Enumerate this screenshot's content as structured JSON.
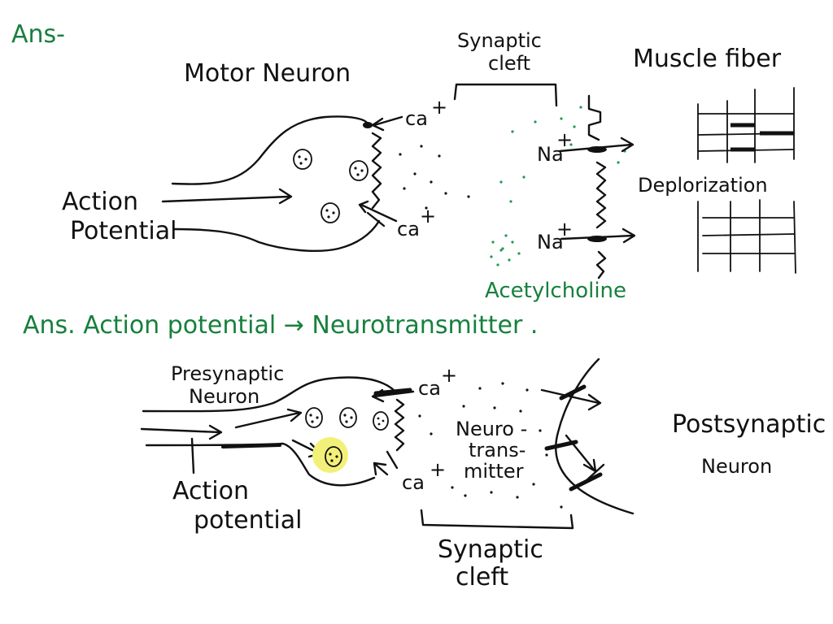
{
  "colors": {
    "ink": "#111111",
    "answer_green": "#17803d",
    "dot_green": "#1f9a4d",
    "highlight_yellow": "#f3f07a",
    "background": "#ffffff"
  },
  "top": {
    "ans_label": "Ans-",
    "motor_neuron": "Motor Neuron",
    "synaptic_cleft_line1": "Synaptic",
    "synaptic_cleft_line2": "cleft",
    "muscle_fiber": "Muscle fiber",
    "ca_upper": "ca",
    "ca_lower": "ca",
    "plus": "+",
    "action_line1": "Action",
    "action_line2": "Potential",
    "na_upper": "Na",
    "na_lower": "Na",
    "depolarization": "Deplorization",
    "acetylcholine": "Acetylcholine"
  },
  "bottom": {
    "answer_line": "Ans. Action potential → Neurotransmitter .",
    "presynaptic_line1": "Presynaptic",
    "presynaptic_line2": "Neuron",
    "ca_upper": "ca",
    "ca_lower": "ca",
    "plus": "+",
    "neuro_line1": "Neuro -",
    "neuro_line2": "trans-",
    "neuro_line3": "mitter",
    "action_line1": "Action",
    "action_line2": "potential",
    "synaptic_line1": "Synaptic",
    "synaptic_line2": "cleft",
    "postsynaptic_line1": "Postsynaptic",
    "postsynaptic_line2": "Neuron"
  }
}
